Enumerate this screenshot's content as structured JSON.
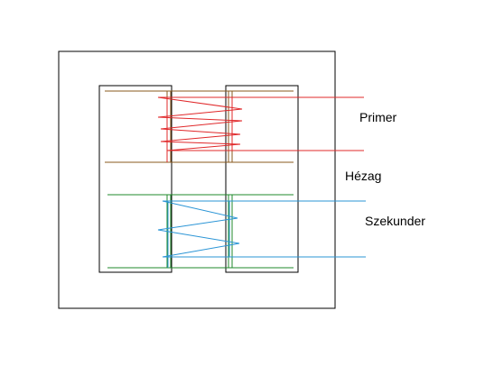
{
  "labels": {
    "primary": "Primer",
    "gap": "Hézag",
    "secondary": "Szekunder"
  },
  "colors": {
    "core": "#000000",
    "primary_winding": "#e0282a",
    "primary_former": "#8a5a1e",
    "secondary_winding": "#2b95d6",
    "secondary_former": "#1f8a2b",
    "background": "#ffffff"
  }
}
